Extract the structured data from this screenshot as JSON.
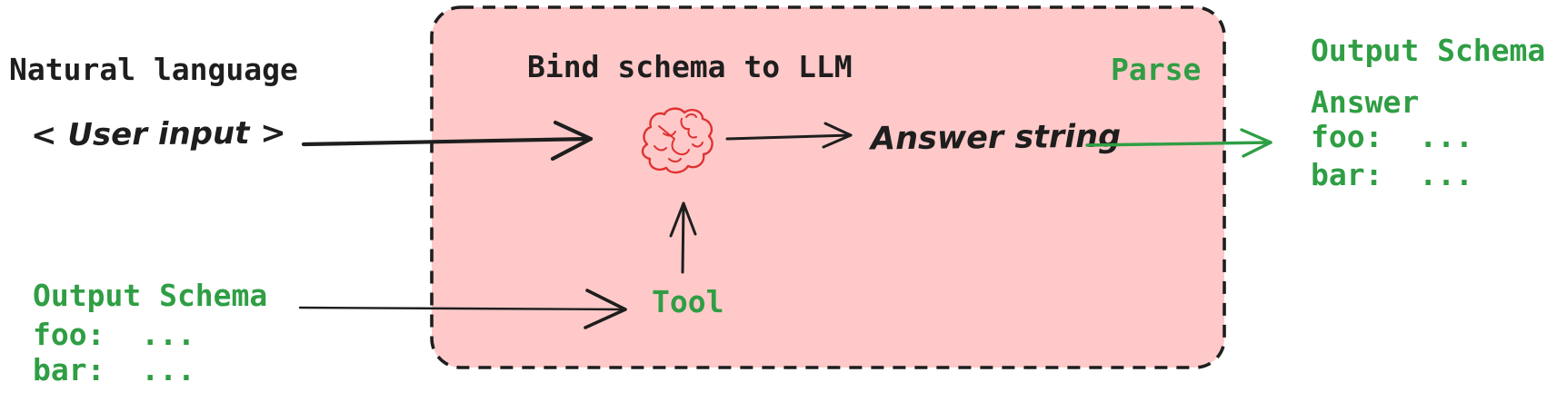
{
  "colors": {
    "ink": "#1e1e1e",
    "green": "#2f9e44",
    "pink": "#ffc9c9",
    "red": "#e03131",
    "bg": "#ffffff"
  },
  "left": {
    "title": "Natural language",
    "user_input": "< User input >",
    "schema_heading": "Output Schema",
    "schema_lines": [
      "foo:  ...",
      "bar:  ..."
    ]
  },
  "box": {
    "title": "Bind schema to LLM",
    "parse_label": "Parse",
    "answer_string": "Answer string",
    "tool_label": "Tool",
    "brain_icon": "brain-icon"
  },
  "right": {
    "schema_heading": "Output Schema",
    "answer_heading": "Answer",
    "schema_lines": [
      "foo:  ...",
      "bar:  ..."
    ]
  }
}
